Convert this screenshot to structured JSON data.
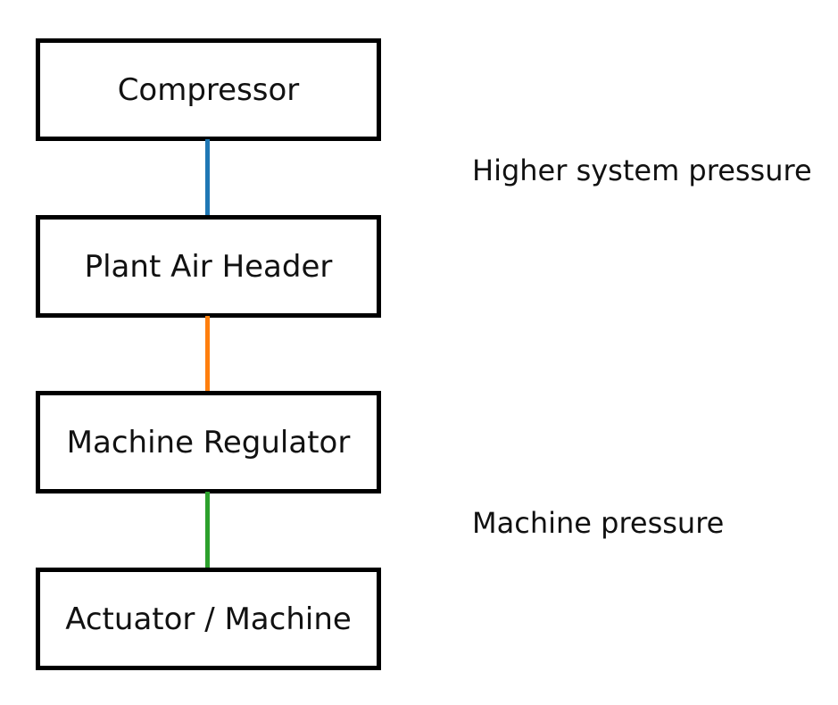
{
  "diagram": {
    "nodes": [
      {
        "label": "Compressor"
      },
      {
        "label": "Plant Air Header"
      },
      {
        "label": "Machine Regulator"
      },
      {
        "label": "Actuator / Machine"
      }
    ],
    "connectors": [
      {
        "from": "Compressor",
        "to": "Plant Air Header",
        "color": "#1f77b4"
      },
      {
        "from": "Plant Air Header",
        "to": "Machine Regulator",
        "color": "#ff7f0e"
      },
      {
        "from": "Machine Regulator",
        "to": "Actuator / Machine",
        "color": "#2ca02c"
      }
    ],
    "annotations": [
      {
        "text": "Higher system pressure"
      },
      {
        "text": "Machine pressure"
      }
    ]
  }
}
